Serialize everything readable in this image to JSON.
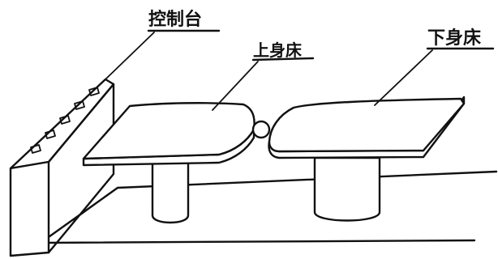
{
  "labels": {
    "console": "控制台",
    "upper_bed": "上身床",
    "lower_bed": "下身床"
  }
}
